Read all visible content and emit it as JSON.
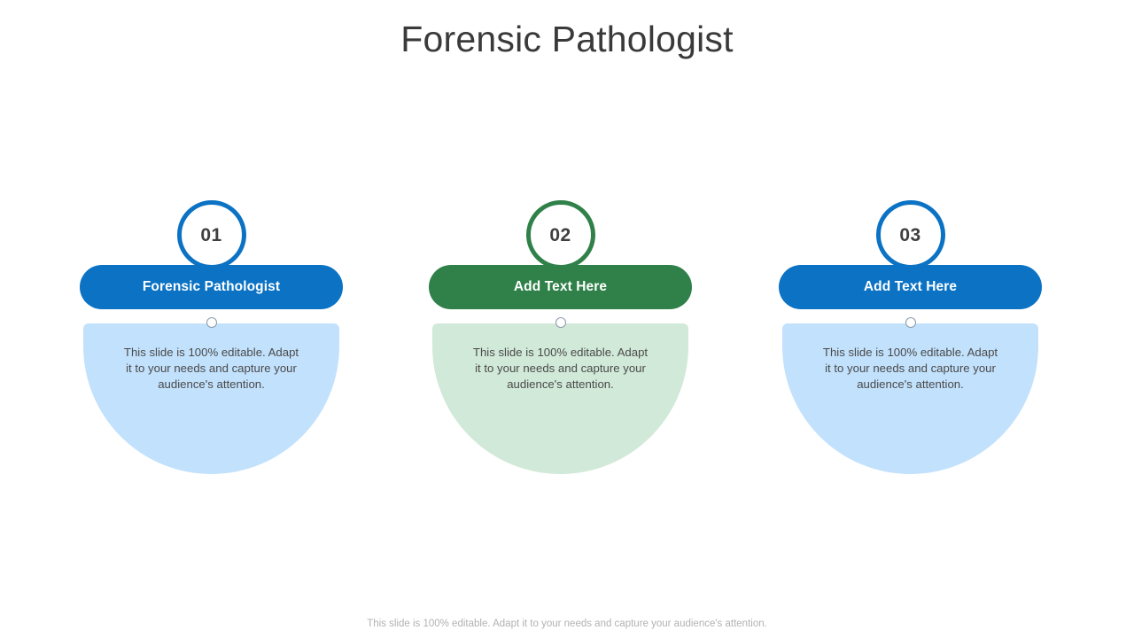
{
  "slide": {
    "title": "Forensic Pathologist",
    "footer_note": "This slide is 100% editable. Adapt it to your needs and capture your audience's attention.",
    "body_text": "This slide is 100% editable. Adapt it to your needs and capture your audience's attention."
  },
  "colors": {
    "blue": "#0b72c4",
    "blue_tint": "#c2e1fc",
    "green": "#2f8049",
    "green_tint": "#d1e9d8",
    "title_text": "#3a3a3a",
    "body_text": "#4a4a4a",
    "footer_text": "#b2b2b2"
  },
  "columns": [
    {
      "number": "01",
      "heading": "Forensic Pathologist",
      "body": "This slide is 100% editable. Adapt it to your needs and capture your audience's attention.",
      "accent": "#0b72c4",
      "tint": "#c2e1fc"
    },
    {
      "number": "02",
      "heading": "Add  Text Here",
      "body": "This slide is 100% editable. Adapt it to your needs and capture your audience's attention.",
      "accent": "#2f8049",
      "tint": "#d1e9d8"
    },
    {
      "number": "03",
      "heading": "Add  Text Here",
      "body": "This slide is 100% editable. Adapt it to your needs and capture your audience's attention.",
      "accent": "#0b72c4",
      "tint": "#c2e1fc"
    }
  ]
}
